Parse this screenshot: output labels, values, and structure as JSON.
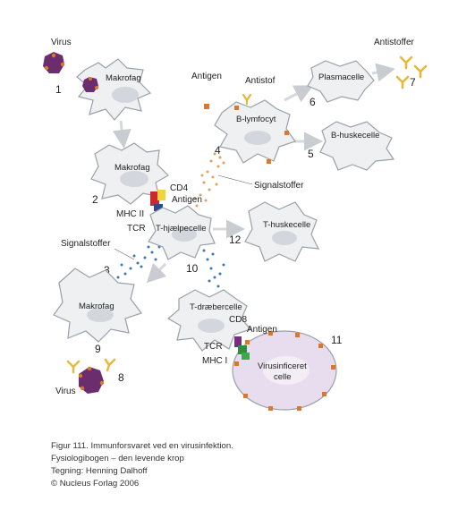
{
  "labels": {
    "virus_top": "Virus",
    "virus_bottom": "Virus",
    "antistoffer": "Antistoffer",
    "antigen_top": "Antigen",
    "antistof": "Antistof",
    "plasmacelle": "Plasmacelle",
    "b_lymfocyt": "B-lymfocyt",
    "b_huskecelle": "B-huskecelle",
    "makrofag_1": "Makrofag",
    "makrofag_2": "Makrofag",
    "makrofag_3": "Makrofag",
    "cd4": "CD4",
    "antigen_mhc": "Antigen",
    "mhc_ii": "MHC II",
    "tcr_1": "TCR",
    "t_hjaelpecelle": "T-hjælpecelle",
    "signalstoffer_right": "Signalstoffer",
    "signalstoffer_left": "Signalstoffer",
    "t_huskecelle": "T-huskecelle",
    "t_draebercelle": "T-dræbercelle",
    "cd8": "CD8",
    "antigen_bottom": "Antigen",
    "tcr_2": "TCR",
    "mhc_i": "MHC I",
    "virusinficeret_1": "Virusinficeret",
    "virusinficeret_2": "celle"
  },
  "numbers": [
    "1",
    "2",
    "3",
    "4",
    "5",
    "6",
    "7",
    "8",
    "9",
    "10",
    "11",
    "12"
  ],
  "caption": {
    "line1_prefix": "Figur 111.",
    "line1_text": " Immunforsvaret ved en virusinfektion.",
    "line2": "Fysiologibogen – den levende krop",
    "line3": "Tegning: Henning Dalhoff",
    "line4": "© Nucleus Forlag 2006"
  },
  "colors": {
    "cell_fill": "#eef0f2",
    "cell_stroke": "#9aa0a8",
    "nucleus": "#d3d7dd",
    "virus": "#6b2d6e",
    "antigen": "#d9782e",
    "antibody": "#e6b93a",
    "signal_blue": "#3a78b8",
    "signal_orange": "#e3a060",
    "infected": "#e8dcef",
    "arrow": "#c9ccd1"
  }
}
